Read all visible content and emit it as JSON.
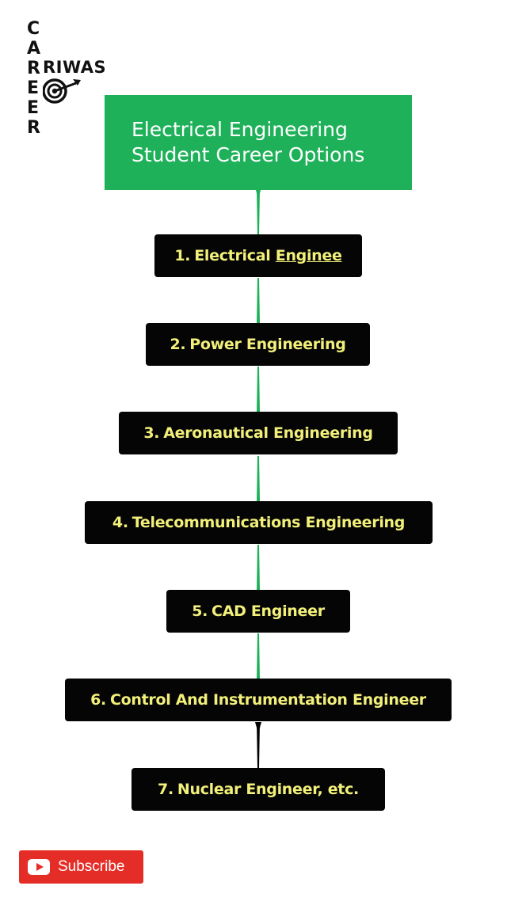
{
  "logo": {
    "vertical_letters": [
      "C",
      "A",
      "R",
      "E",
      "E",
      "R"
    ],
    "side_text": "RIWAS"
  },
  "title": {
    "line1": "Electrical Engineering",
    "line2": "Student Career Options"
  },
  "options": [
    {
      "num": "1.",
      "label_pre": "Electrical ",
      "label_underlined": "Enginee"
    },
    {
      "num": "2.",
      "label": "Power Engineering"
    },
    {
      "num": "3.",
      "label": "Aeronautical Engineering"
    },
    {
      "num": "4.",
      "label": "Telecommunications Engineering"
    },
    {
      "num": "5.",
      "label": "CAD Engineer"
    },
    {
      "num": "6.",
      "label": "Control And Instrumentation Engineer"
    },
    {
      "num": "7.",
      "label": "Nuclear Engineer, etc."
    }
  ],
  "subscribe": {
    "label": "Subscribe"
  },
  "colors": {
    "title_bg": "#1fb15a",
    "box_bg": "#050505",
    "box_text": "#f2f07a",
    "connector_green": "#1fb15a",
    "connector_black": "#000000",
    "subscribe_bg": "#e52d27"
  }
}
